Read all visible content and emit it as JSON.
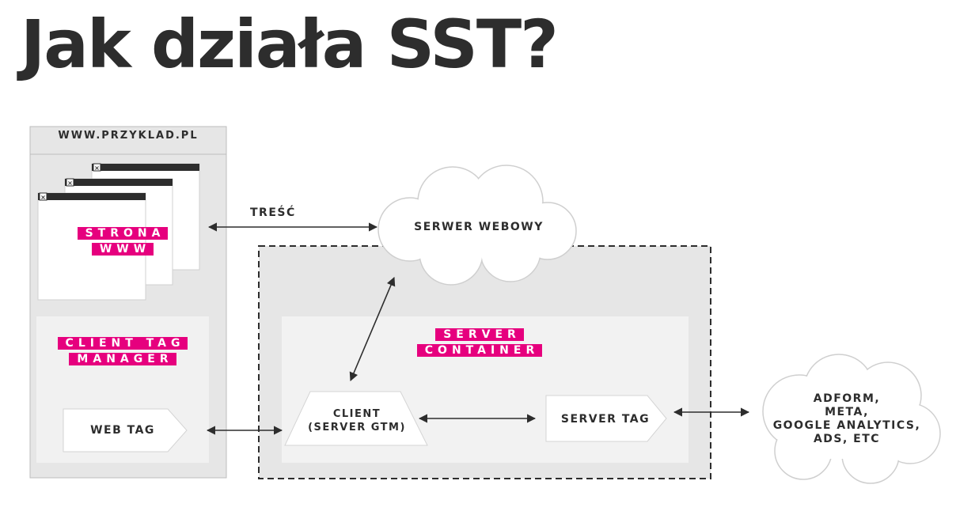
{
  "title": "Jak działa SST?",
  "site_url": "WWW.PRZYKLAD.PL",
  "strona_www": [
    "STRONA",
    "WWW"
  ],
  "client_tag_manager": [
    "CLIENT TAG",
    "MANAGER"
  ],
  "web_tag": "WEB TAG",
  "content_label": "TREŚĆ",
  "web_server": "SERWER WEBOWY",
  "server_container": [
    "SERVER",
    "CONTAINER"
  ],
  "client": [
    "CLIENT",
    "(SERVER GTM)"
  ],
  "server_tag": "SERVER TAG",
  "vendors": [
    "ADFORM,",
    "META,",
    "GOOGLE ANALYTICS,",
    "ADS, ETC"
  ],
  "colors": {
    "accent": "#e6007e",
    "panel": "#e4e4e4",
    "dark": "#2d2d2d"
  }
}
